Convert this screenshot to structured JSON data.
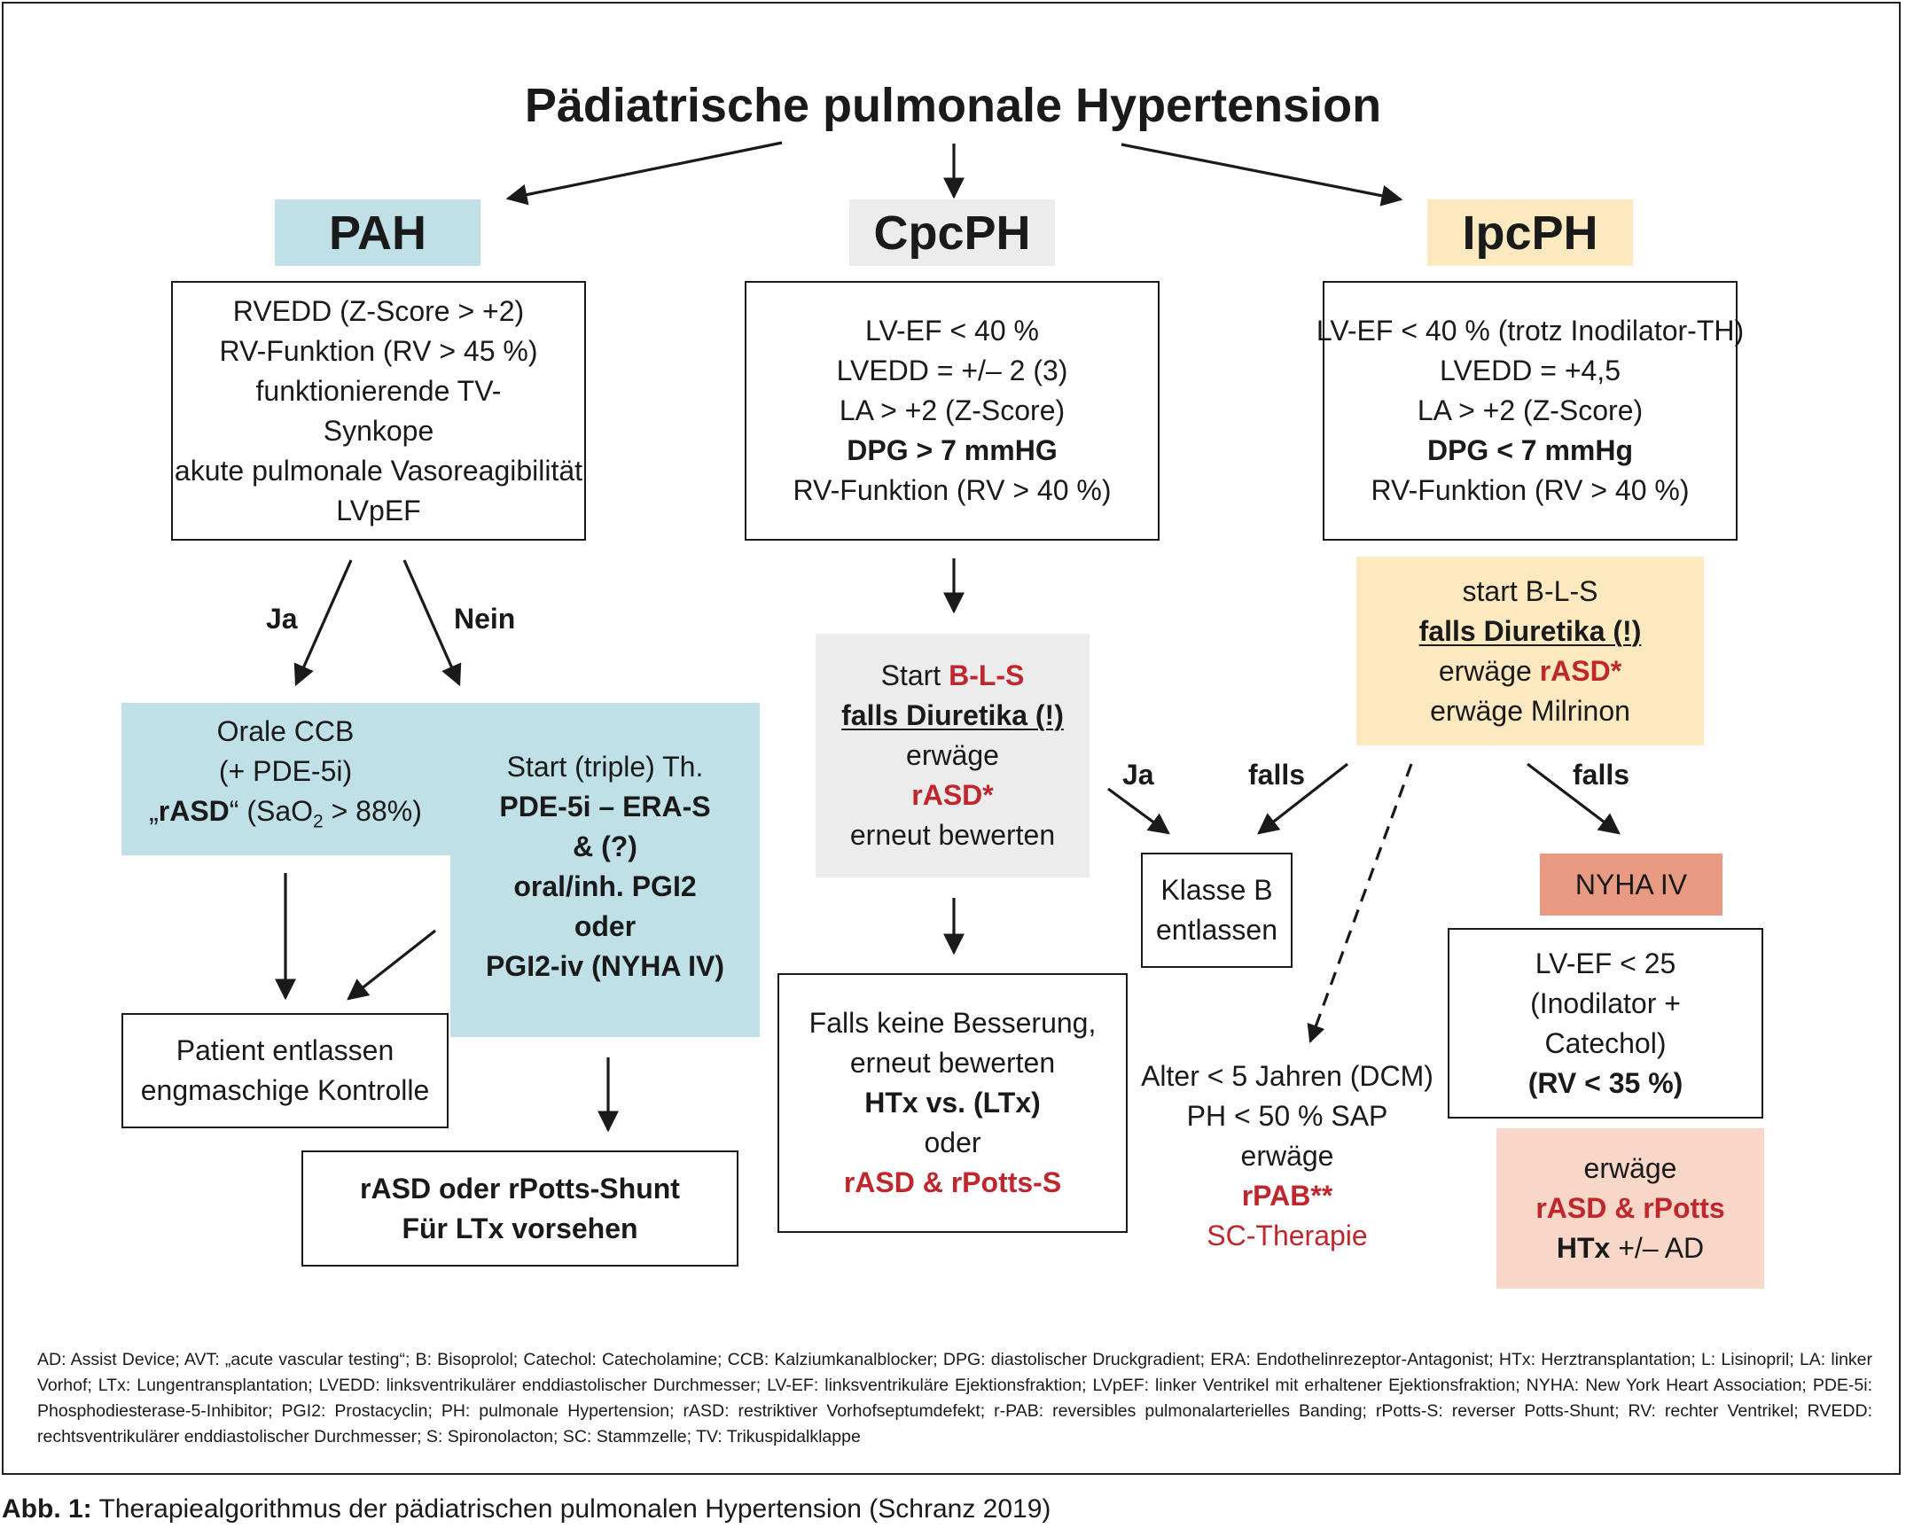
{
  "title": "Pädiatrische pulmonale Hypertension",
  "colors": {
    "pah_blue": "#bfe0e6",
    "cpcph_gray": "#ececec",
    "ipcph_yellow": "#fde9bf",
    "nyha_salmon": "#e89a82",
    "light_salmon": "#f8d7c9",
    "red_text": "#c0272d"
  },
  "categories": {
    "pah": "PAH",
    "cpcph": "CpcPH",
    "ipcph": "IpcPH"
  },
  "pah": {
    "criteria": [
      "RVEDD (Z-Score > +2)",
      "RV-Funktion (RV > 45 %)",
      "funktionierende TV-",
      "Synkope",
      "akute pulmonale Vasoreagibilität",
      "LVpEF"
    ],
    "yes_label": "Ja",
    "no_label": "Nein",
    "oral_ccb": [
      "Orale CCB",
      "(+ PDE-5i)"
    ],
    "oral_ccb_quote_open": "„",
    "oral_ccb_rasd": "rASD",
    "oral_ccb_sao2": "“ (SaO",
    "oral_ccb_sub": "2",
    "oral_ccb_tail": " > 88%)",
    "start_triple": "Start (triple) Th.",
    "therapy": [
      "PDE-5i – ERA-S",
      "& (?)",
      "oral/inh. PGI2",
      "oder",
      "PGI2-iv (NYHA IV)"
    ],
    "discharge": [
      "Patient entlassen",
      "engmaschige Kontrolle"
    ],
    "shunt": [
      "rASD oder rPotts-Shunt",
      "Für LTx vorsehen"
    ]
  },
  "cpcph": {
    "criteria": [
      "LV-EF < 40 %",
      "LVEDD = +/– 2 (3)",
      "LA > +2 (Z-Score)"
    ],
    "criteria_bold": "DPG > 7 mmHG",
    "criteria_last": "RV-Funktion (RV > 40 %)",
    "start": "Start ",
    "start_red": "B-L-S",
    "diuretics": "falls Diuretika (!)",
    "consider": "erwäge",
    "rasd": "rASD*",
    "reassess": "erneut bewerten",
    "no_improvement": [
      "Falls keine Besserung,",
      "erneut bewerten"
    ],
    "htx": "HTx vs. (LTx)",
    "or": "oder",
    "rasd_rpotts": "rASD & rPotts-S"
  },
  "ipcph": {
    "criteria": [
      "LV-EF < 40 % (trotz Inodilator-TH)",
      "LVEDD = +4,5",
      "LA > +2 (Z-Score)"
    ],
    "criteria_bold": "DPG < 7 mmHg",
    "criteria_last": "RV-Funktion (RV > 40 %)",
    "start": "start B-L-S",
    "diuretics": "falls Diuretika (!)",
    "consider_prefix": "erwäge ",
    "rasd": "rASD*",
    "milrinone": "erwäge Milrinon",
    "yes_label": "Ja",
    "if_label_1": "falls",
    "if_label_2": "falls",
    "class_b": [
      "Klasse B",
      "entlassen"
    ],
    "age": [
      "Alter < 5 Jahren (DCM)",
      "PH < 50 % SAP",
      "erwäge"
    ],
    "rpab": "rPAB**",
    "sc_therapy": "SC-Therapie",
    "nyha": "NYHA IV",
    "lvef": [
      "LV-EF < 25",
      "(Inodilator +",
      "Catechol)"
    ],
    "rv": "(RV < 35 %)",
    "final_consider": "erwäge",
    "final_red": "rASD & rPotts",
    "final_htx": "HTx",
    "final_ad": " +/– AD"
  },
  "legend": "AD: Assist Device; AVT: „acute vascular testing“; B: Bisoprolol; Catechol: Catecholamine; CCB: Kalziumkanalblocker; DPG: diastolischer Druckgradient; ERA: Endothelinrezeptor-Antagonist; HTx: Herztransplantation; L: Lisinopril; LA: linker Vorhof; LTx: Lungentransplantation; LVEDD: linksventrikulärer enddiastolischer Durchmesser; LV-EF: linksventrikuläre Ejektionsfraktion; LVpEF: linker Ventrikel mit erhaltener Ejektionsfraktion; NYHA: New York Heart Association; PDE-5i: Phosphodiesterase-5-Inhibitor; PGI2: Prostacyclin; PH: pulmonale Hypertension; rASD: restriktiver Vorhofseptumdefekt; r-PAB: reversibles pulmonalarterielles Banding; rPotts-S: reverser Potts-Shunt; RV: rechter Ventrikel; RVEDD: rechtsventrikulärer enddiastolischer Durchmesser; S: Spironolacton; SC: Stammzelle; TV: Trikuspidalklappe",
  "caption": {
    "label": "Abb. 1:",
    "text": " Therapiealgorithmus der pädiatrischen pulmonalen Hypertension (Schranz 2019)"
  }
}
